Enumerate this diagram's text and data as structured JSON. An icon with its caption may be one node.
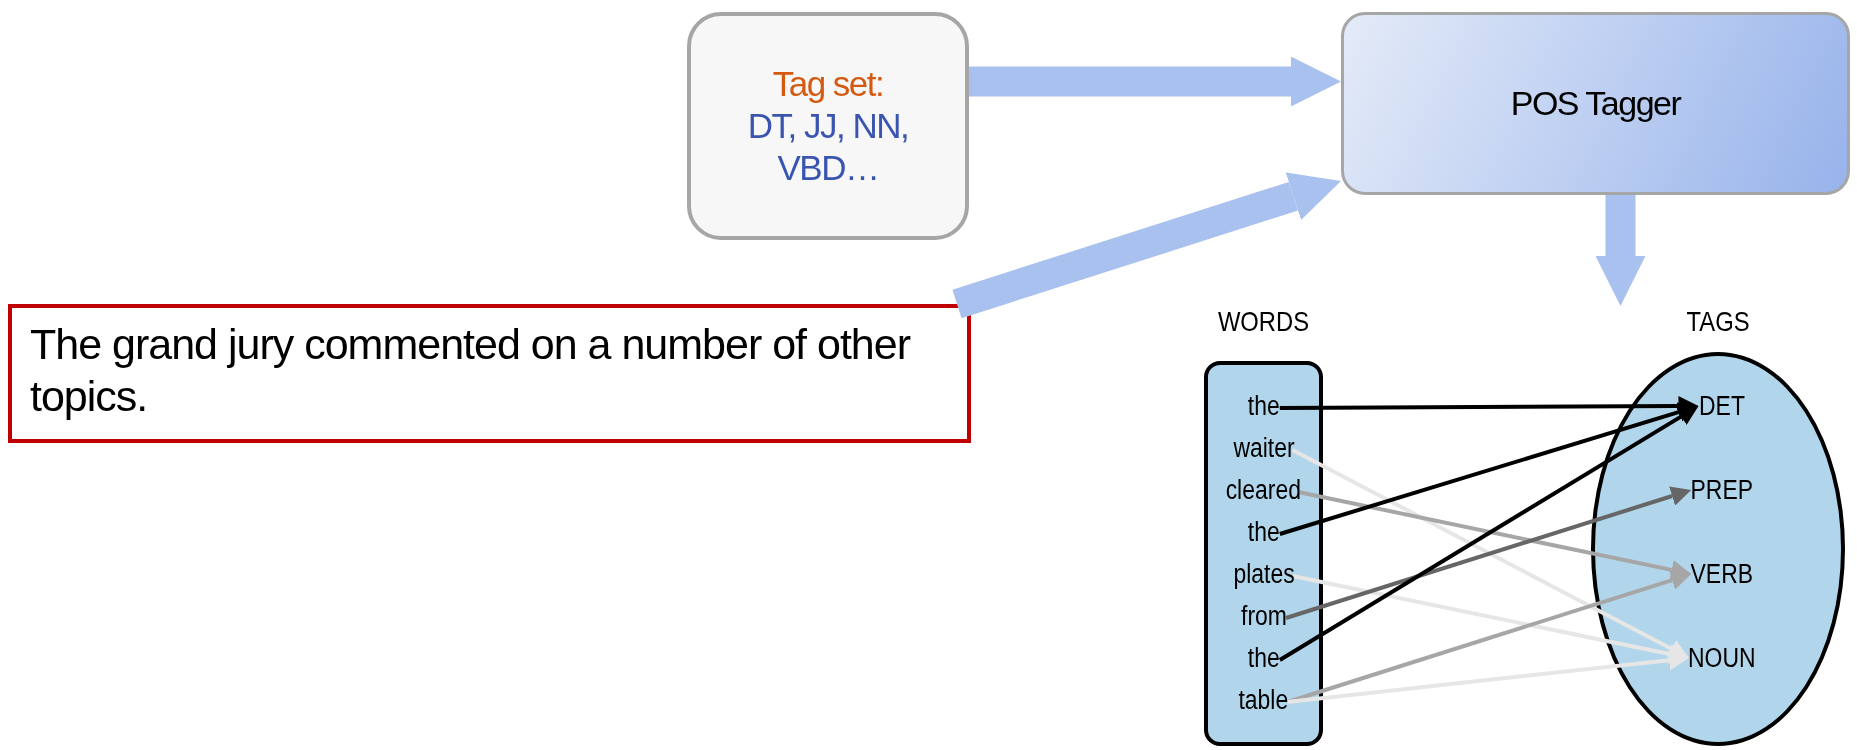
{
  "diagram": {
    "nodes": [
      {
        "text": [
          "Tag set:",
          "DT, JJ, NN, VBD…"
        ]
      },
      {
        "text": [
          "POS Tagger"
        ]
      },
      {
        "text": [
          "The grand jury commented on a number of other topics."
        ]
      },
      {
        "text": [
          "WORDS"
        ]
      },
      {
        "text": [
          "the"
        ],
        "in": 3
      },
      {
        "text": [
          "waiter"
        ],
        "in": 3
      },
      {
        "text": [
          "cleared"
        ],
        "in": 3
      },
      {
        "text": [
          "the"
        ],
        "in": 3
      },
      {
        "text": [
          "plates"
        ],
        "in": 3
      },
      {
        "text": [
          "from"
        ],
        "in": 3
      },
      {
        "text": [
          "the"
        ],
        "in": 3
      },
      {
        "text": [
          "table"
        ],
        "in": 3
      },
      {
        "text": [
          "TAGS"
        ]
      },
      {
        "text": [
          "DET"
        ],
        "in": 12
      },
      {
        "text": [
          "PREP"
        ],
        "in": 12
      },
      {
        "text": [
          "VERB"
        ],
        "in": 12
      },
      {
        "text": [
          "NOUN"
        ],
        "in": 12
      }
    ],
    "edges": [
      {
        "from": 0,
        "to": 1,
        "arrow": "to",
        "style": "thick",
        "color": "#a9c1ee"
      },
      {
        "from": 2,
        "to": 1,
        "arrow": "to",
        "style": "thick",
        "color": "#a9c1ee"
      },
      {
        "from": 1,
        "to": 12,
        "arrow": "to",
        "style": "thick",
        "color": "#a9c1ee"
      },
      {
        "from": 4,
        "to": 13,
        "arrow": "to",
        "color": "#000000"
      },
      {
        "from": 5,
        "to": 16,
        "arrow": "to",
        "color": "#e6e6e6"
      },
      {
        "from": 6,
        "to": 15,
        "arrow": "to",
        "color": "#a6a6a6"
      },
      {
        "from": 7,
        "to": 13,
        "arrow": "to",
        "color": "#000000"
      },
      {
        "from": 8,
        "to": 16,
        "arrow": "to",
        "color": "#e6e6e6"
      },
      {
        "from": 9,
        "to": 14,
        "arrow": "to",
        "color": "#666666"
      },
      {
        "from": 10,
        "to": 13,
        "arrow": "to",
        "color": "#000000"
      },
      {
        "from": 11,
        "to": 15,
        "arrow": "to",
        "color": "#a6a6a6"
      },
      {
        "from": 11,
        "to": 16,
        "arrow": "to",
        "color": "#e6e6e6"
      }
    ]
  }
}
